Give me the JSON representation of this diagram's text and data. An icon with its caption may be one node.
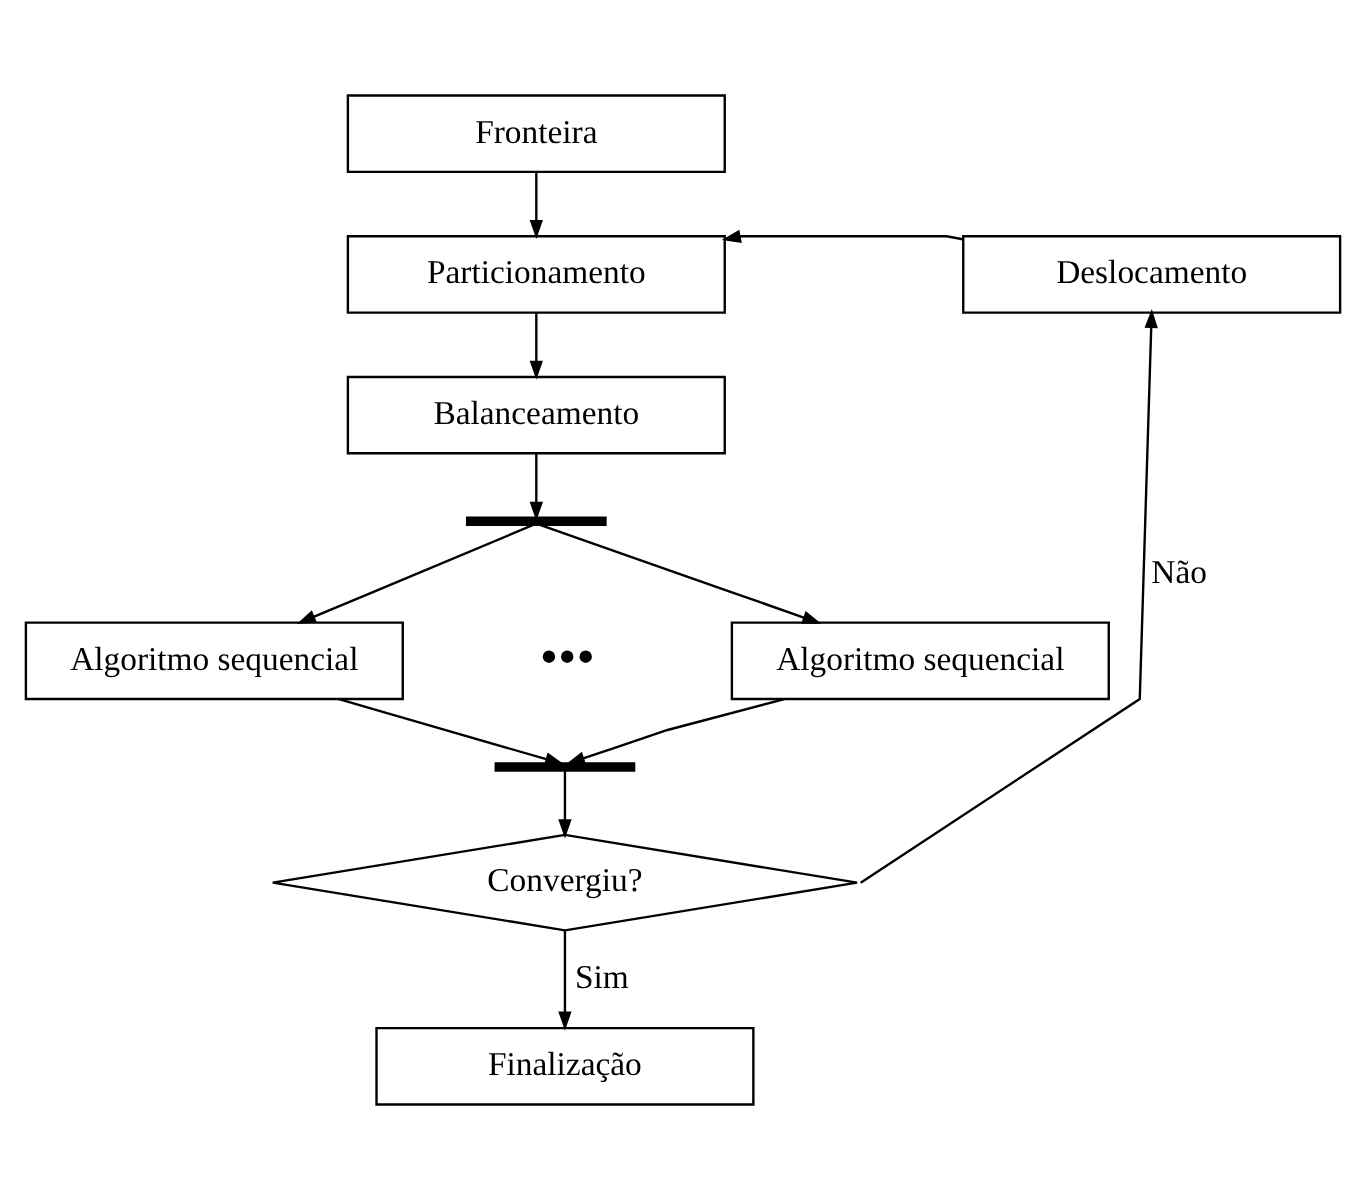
{
  "diagram": {
    "nodes": [
      {
        "text": [
          "Fronteira"
        ]
      },
      {
        "text": [
          "Particionamento"
        ]
      },
      {
        "text": [
          "Deslocamento"
        ]
      },
      {
        "text": [
          "Balanceamento"
        ]
      },
      {
        "text": [],
        "shape": "bar"
      },
      {
        "text": [
          "Algoritmo sequencial"
        ]
      },
      {
        "text": [
          "Algoritmo sequencial"
        ]
      },
      {
        "text": [],
        "shape": "bar"
      },
      {
        "text": [
          "Convergiu?"
        ]
      },
      {
        "text": [
          "Finalização"
        ]
      }
    ],
    "edges": [
      {
        "from": 0,
        "to": 1,
        "arrow": "to"
      },
      {
        "from": 2,
        "to": 1,
        "arrow": "to"
      },
      {
        "from": 1,
        "to": 3,
        "arrow": "to"
      },
      {
        "from": 3,
        "to": 4,
        "arrow": "to"
      },
      {
        "from": 4,
        "to": 5,
        "arrow": "to"
      },
      {
        "from": 4,
        "to": 6,
        "arrow": "to"
      },
      {
        "from": 5,
        "to": 7,
        "arrow": "to"
      },
      {
        "from": 6,
        "to": 7,
        "arrow": "to"
      },
      {
        "from": 7,
        "to": 8,
        "arrow": "to"
      },
      {
        "from": 8,
        "to": 2,
        "arrow": "to",
        "label": "Não"
      },
      {
        "from": 8,
        "to": 9,
        "arrow": "to",
        "label": "Sim"
      }
    ],
    "labels": [
      "•••"
    ]
  }
}
